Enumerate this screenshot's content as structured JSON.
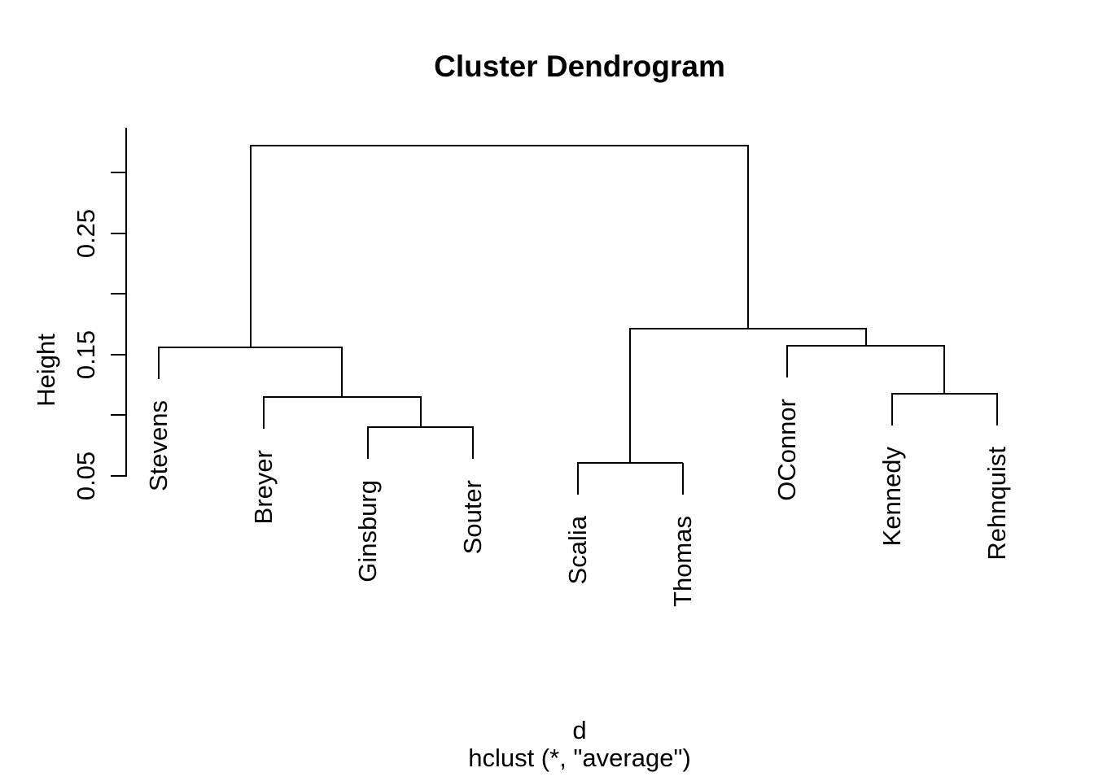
{
  "page": {
    "background_color": "#ffffff",
    "line_color": "#000000",
    "text_color": "#000000"
  },
  "chart_data": {
    "type": "dendrogram",
    "title": "Cluster Dendrogram",
    "ylabel": "Height",
    "xlabel": "d",
    "sub_label": "hclust (*, \"average\")",
    "linkage_method": "average",
    "leaves": [
      "Stevens",
      "Breyer",
      "Ginsburg",
      "Souter",
      "Scalia",
      "Thomas",
      "OConnor",
      "Kennedy",
      "Rehnquist"
    ],
    "merges": [
      {
        "id": "n1",
        "children": [
          "Ginsburg",
          "Souter"
        ],
        "height": 0.09
      },
      {
        "id": "n2",
        "children": [
          "Breyer",
          "n1"
        ],
        "height": 0.115
      },
      {
        "id": "n3",
        "children": [
          "Stevens",
          "n2"
        ],
        "height": 0.156
      },
      {
        "id": "n4",
        "children": [
          "Scalia",
          "Thomas"
        ],
        "height": 0.061
      },
      {
        "id": "n5",
        "children": [
          "Kennedy",
          "Rehnquist"
        ],
        "height": 0.118
      },
      {
        "id": "n6",
        "children": [
          "OConnor",
          "n5"
        ],
        "height": 0.157
      },
      {
        "id": "n7",
        "children": [
          "n4",
          "n6"
        ],
        "height": 0.171
      },
      {
        "id": "n8",
        "children": [
          "n3",
          "n7"
        ],
        "height": 0.322
      }
    ],
    "y_axis": {
      "ticks": [
        0.05,
        0.1,
        0.15,
        0.2,
        0.25,
        0.3
      ],
      "labeled_values": [
        0.05,
        0.15,
        0.25
      ],
      "tick_labels": [
        "0.05",
        "0.15",
        "0.25"
      ],
      "range": [
        0.05,
        0.337
      ],
      "grid": false
    },
    "legend": null
  }
}
